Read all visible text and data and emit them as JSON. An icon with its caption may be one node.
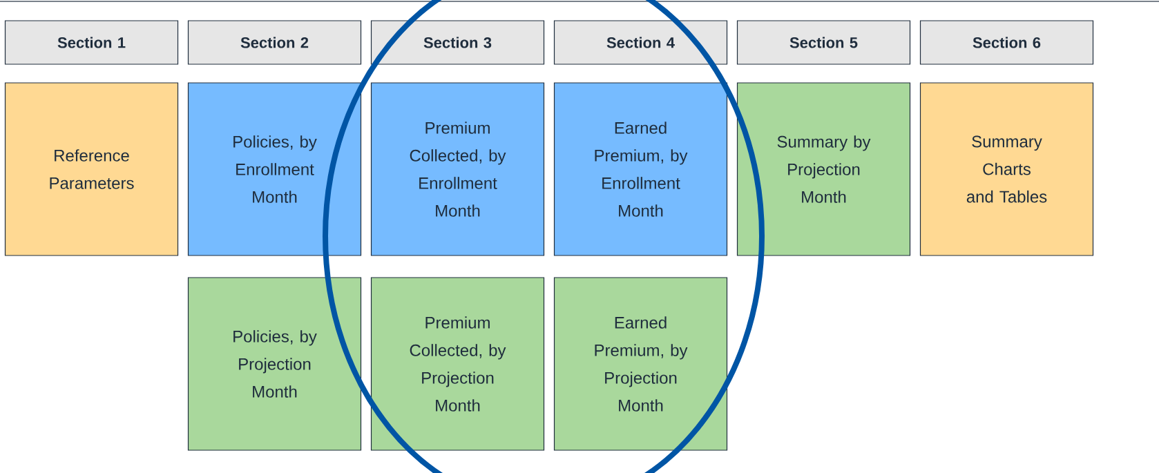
{
  "diagram": {
    "nodes": [
      {
        "text": [
          "Section 1"
        ]
      },
      {
        "text": [
          "Section 2"
        ]
      },
      {
        "text": [
          "Section 3"
        ]
      },
      {
        "text": [
          "Section 4"
        ]
      },
      {
        "text": [
          "Section 5"
        ]
      },
      {
        "text": [
          "Section 6"
        ]
      },
      {
        "text": [
          "Reference Parameters"
        ]
      },
      {
        "text": [
          "Policies, by Enrollment Month"
        ]
      },
      {
        "text": [
          "Premium Collected, by Enrollment Month"
        ]
      },
      {
        "text": [
          "Earned Premium, by Enrollment Month"
        ]
      },
      {
        "text": [
          "Summary by Projection Month"
        ]
      },
      {
        "text": [
          "Summary Charts and Tables"
        ]
      },
      {
        "text": [
          "Policies, by Projection Month"
        ]
      },
      {
        "text": [
          "Premium Collected, by Projection Month"
        ]
      },
      {
        "text": [
          "Earned Premium, by Projection Month"
        ]
      }
    ]
  }
}
